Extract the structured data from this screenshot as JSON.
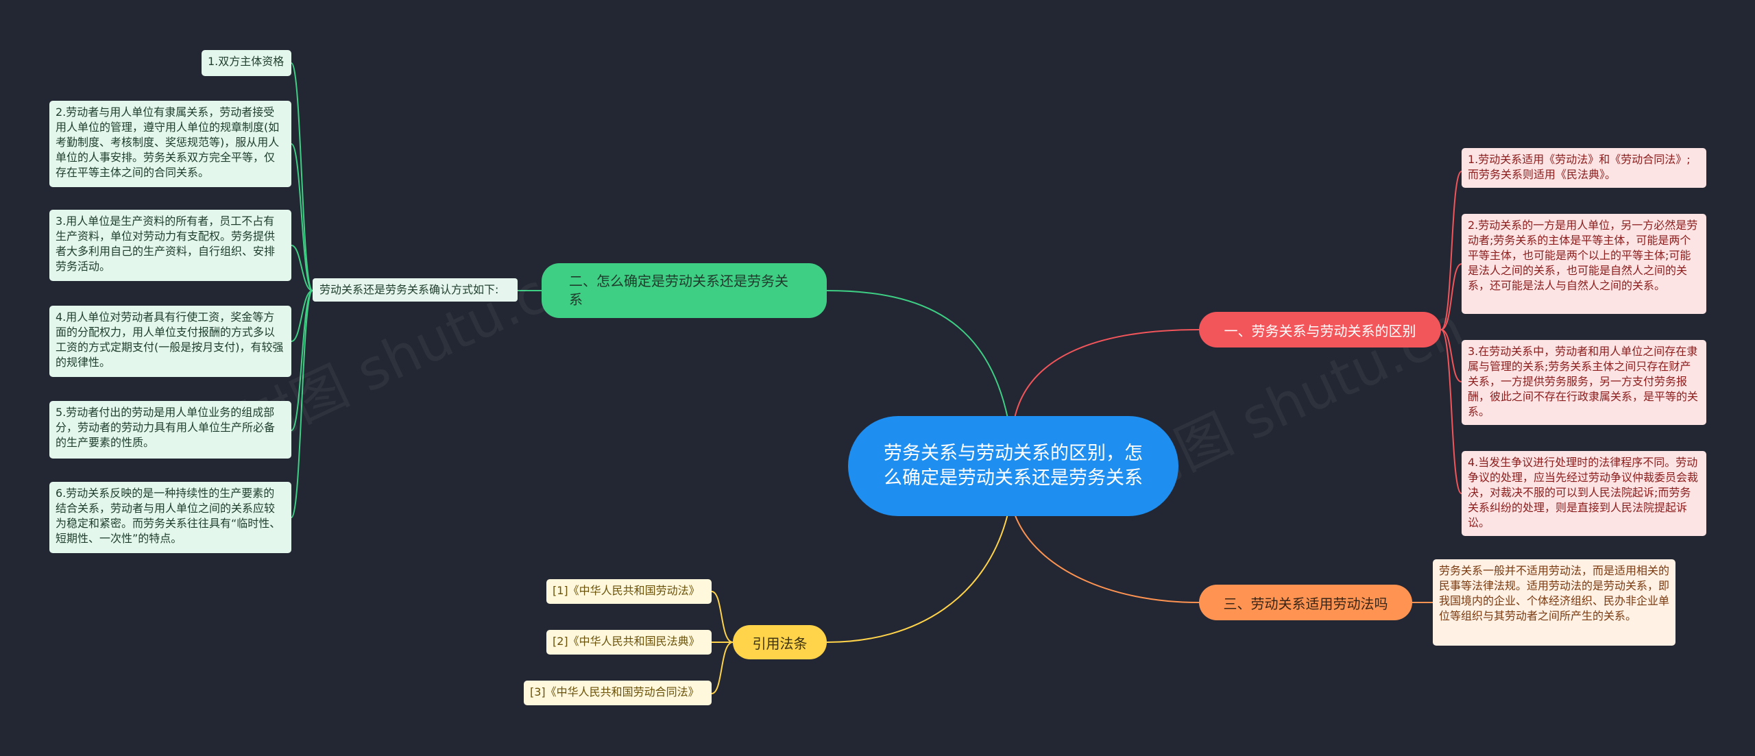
{
  "root": {
    "title": "劳务关系与劳动关系的区别，怎么确定是劳动关系还是劳务关系"
  },
  "branches": {
    "b1": {
      "label": "一、劳务关系与劳动关系的区别",
      "color": "#f2555a",
      "items": [
        "1.劳动关系适用《劳动法》和《劳动合同法》;而劳务关系则适用《民法典》。",
        "2.劳动关系的一方是用人单位，另一方必然是劳动者;劳务关系的主体是平等主体，可能是两个平等主体，也可能是两个以上的平等主体;可能是法人之间的关系，也可能是自然人之间的关系，还可能是法人与自然人之间的关系。",
        "3.在劳动关系中，劳动者和用人单位之间存在隶属与管理的关系;劳务关系主体之间只存在财产关系，一方提供劳务服务，另一方支付劳务报酬，彼此之间不存在行政隶属关系，是平等的关系。",
        "4.当发生争议进行处理时的法律程序不同。劳动争议的处理，应当先经过劳动争议仲裁委员会裁决，对裁决不服的可以到人民法院起诉;而劳务关系纠纷的处理，则是直接到人民法院提起诉讼。"
      ]
    },
    "b2": {
      "label": "二、怎么确定是劳动关系还是劳务关系",
      "color": "#3ecf84",
      "connector": "劳动关系还是劳务关系确认方式如下:",
      "items": [
        "1.双方主体资格",
        "2.劳动者与用人单位有隶属关系，劳动者接受用人单位的管理，遵守用人单位的规章制度(如考勤制度、考核制度、奖惩规范等)，服从用人单位的人事安排。劳务关系双方完全平等，仅存在平等主体之间的合同关系。",
        "3.用人单位是生产资料的所有者，员工不占有生产资料，单位对劳动力有支配权。劳务提供者大多利用自己的生产资料，自行组织、安排劳务活动。",
        "4.用人单位对劳动者具有行使工资，奖金等方面的分配权力，用人单位支付报酬的方式多以工资的方式定期支付(一般是按月支付)，有较强的规律性。",
        "5.劳动者付出的劳动是用人单位业务的组成部分，劳动者的劳动力具有用人单位生产所必备的生产要素的性质。",
        "6.劳动关系反映的是一种持续性的生产要素的结合关系，劳动者与用人单位之间的关系应较为稳定和紧密。而劳务关系往往具有“临时性、短期性、一次性”的特点。"
      ]
    },
    "b3": {
      "label": "三、劳动关系适用劳动法吗",
      "color": "#ff9452",
      "items": [
        "劳务关系一般并不适用劳动法，而是适用相关的民事等法律法规。适用劳动法的是劳动关系，即我国境内的企业、个体经济组织、民办非企业单位等组织与其劳动者之间所产生的关系。"
      ]
    },
    "b4": {
      "label": "引用法条",
      "color": "#ffd34a",
      "items": [
        "[1]《中华人民共和国劳动法》",
        "[2]《中华人民共和国民法典》",
        "[3]《中华人民共和国劳动合同法》"
      ]
    }
  },
  "watermark": [
    "树图 shutu.cn",
    "树图 shutu.cn"
  ]
}
